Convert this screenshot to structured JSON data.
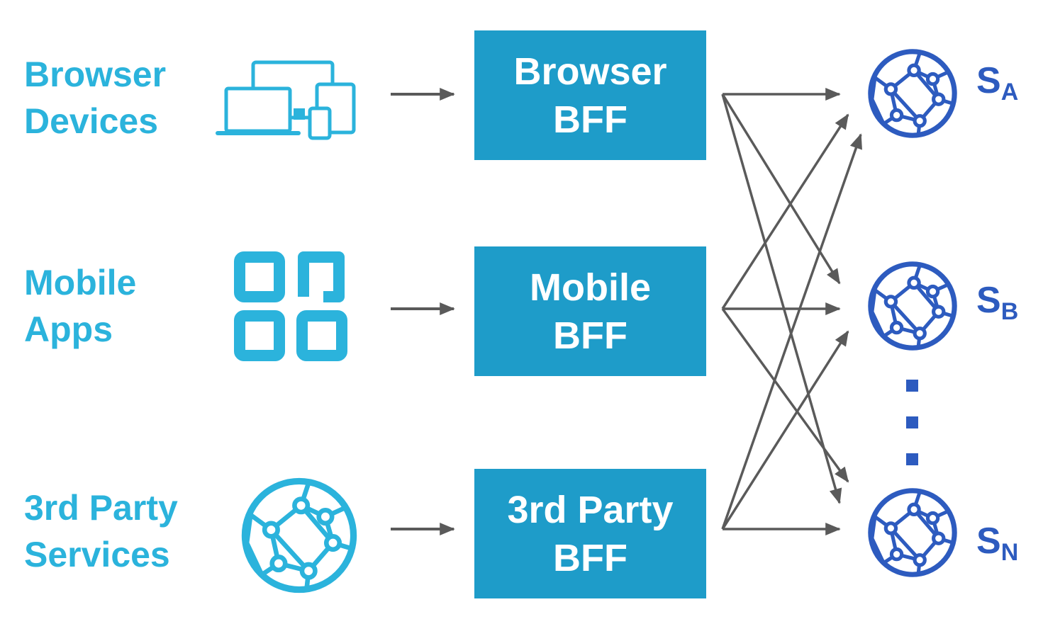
{
  "clients": [
    {
      "line1": "Browser",
      "line2": "Devices",
      "icon": "devices-icon"
    },
    {
      "line1": "Mobile",
      "line2": "Apps",
      "icon": "app-grid-icon"
    },
    {
      "line1": "3rd Party",
      "line2": "Services",
      "icon": "network-globe-icon"
    }
  ],
  "bffs": [
    {
      "line1": "Browser",
      "line2": "BFF"
    },
    {
      "line1": "Mobile",
      "line2": "BFF"
    },
    {
      "line1": "3rd Party",
      "line2": "BFF"
    }
  ],
  "services": [
    {
      "main": "S",
      "sub": "A"
    },
    {
      "main": "S",
      "sub": "B"
    },
    {
      "main": "S",
      "sub": "N"
    }
  ],
  "colors": {
    "client": "#2bb3dc",
    "bff_fill": "#1e9cc9",
    "bff_text": "#ffffff",
    "service": "#2d5bbf",
    "arrow": "#5a5a5a"
  }
}
